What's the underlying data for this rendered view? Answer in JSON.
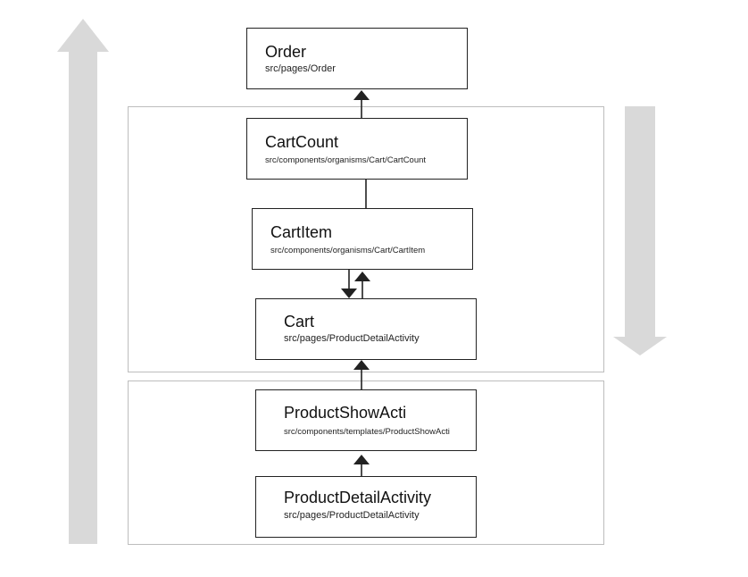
{
  "colors": {
    "big_arrow": "#d9d9d9",
    "connector": "#222222",
    "node_border": "#222222",
    "group_border": "#bdbdbd"
  },
  "nodes": [
    {
      "id": "order",
      "title": "Order",
      "path": "src/pages/Order"
    },
    {
      "id": "cart-count",
      "title": "CartCount",
      "path": "src/components/organisms/Cart/CartCount"
    },
    {
      "id": "cart-item",
      "title": "CartItem",
      "path": "src/components/organisms/Cart/CartItem"
    },
    {
      "id": "cart",
      "title": "Cart",
      "path": "src/pages/ProductDetailActivity"
    },
    {
      "id": "product-show-acti",
      "title": "ProductShowActi",
      "path": "src/components/templates/ProductShowActi"
    },
    {
      "id": "product-detail-activity",
      "title": "ProductDetailActivity",
      "path": "src/pages/ProductDetailActivity"
    }
  ],
  "big_arrows": [
    {
      "id": "up",
      "direction": "up",
      "icon": "large-up-arrow-icon"
    },
    {
      "id": "down",
      "direction": "down",
      "icon": "large-down-arrow-icon"
    }
  ]
}
